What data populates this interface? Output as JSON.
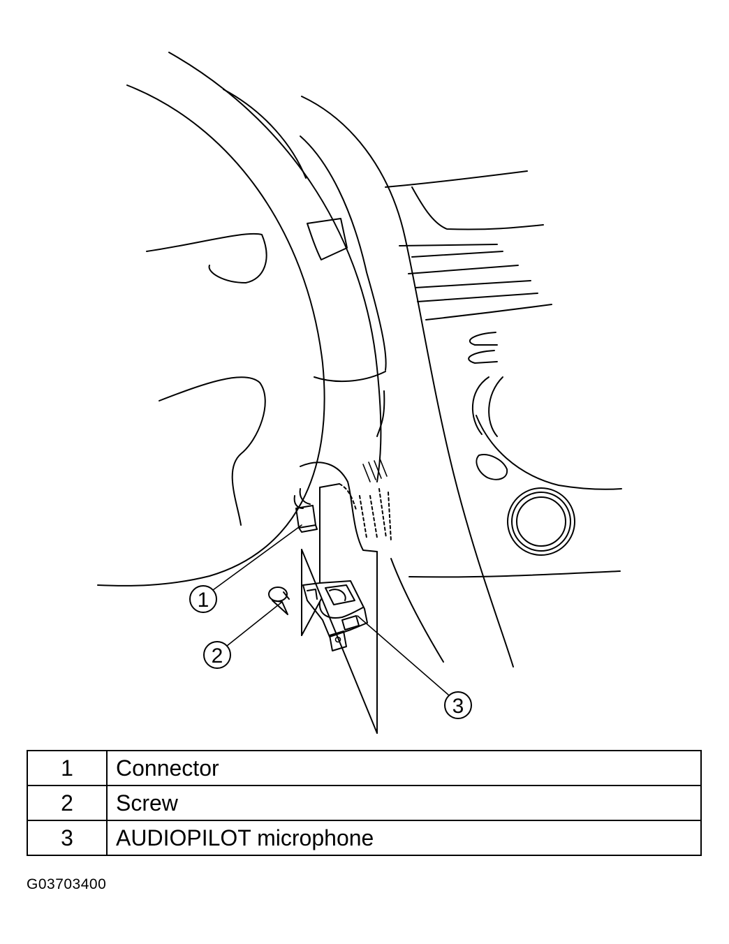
{
  "diagram": {
    "callouts": [
      "1",
      "2",
      "3"
    ]
  },
  "legend": [
    {
      "num": "1",
      "label": "Connector"
    },
    {
      "num": "2",
      "label": "Screw"
    },
    {
      "num": "3",
      "label": "AUDIOPILOT microphone"
    }
  ],
  "figure_id": "G03703400"
}
